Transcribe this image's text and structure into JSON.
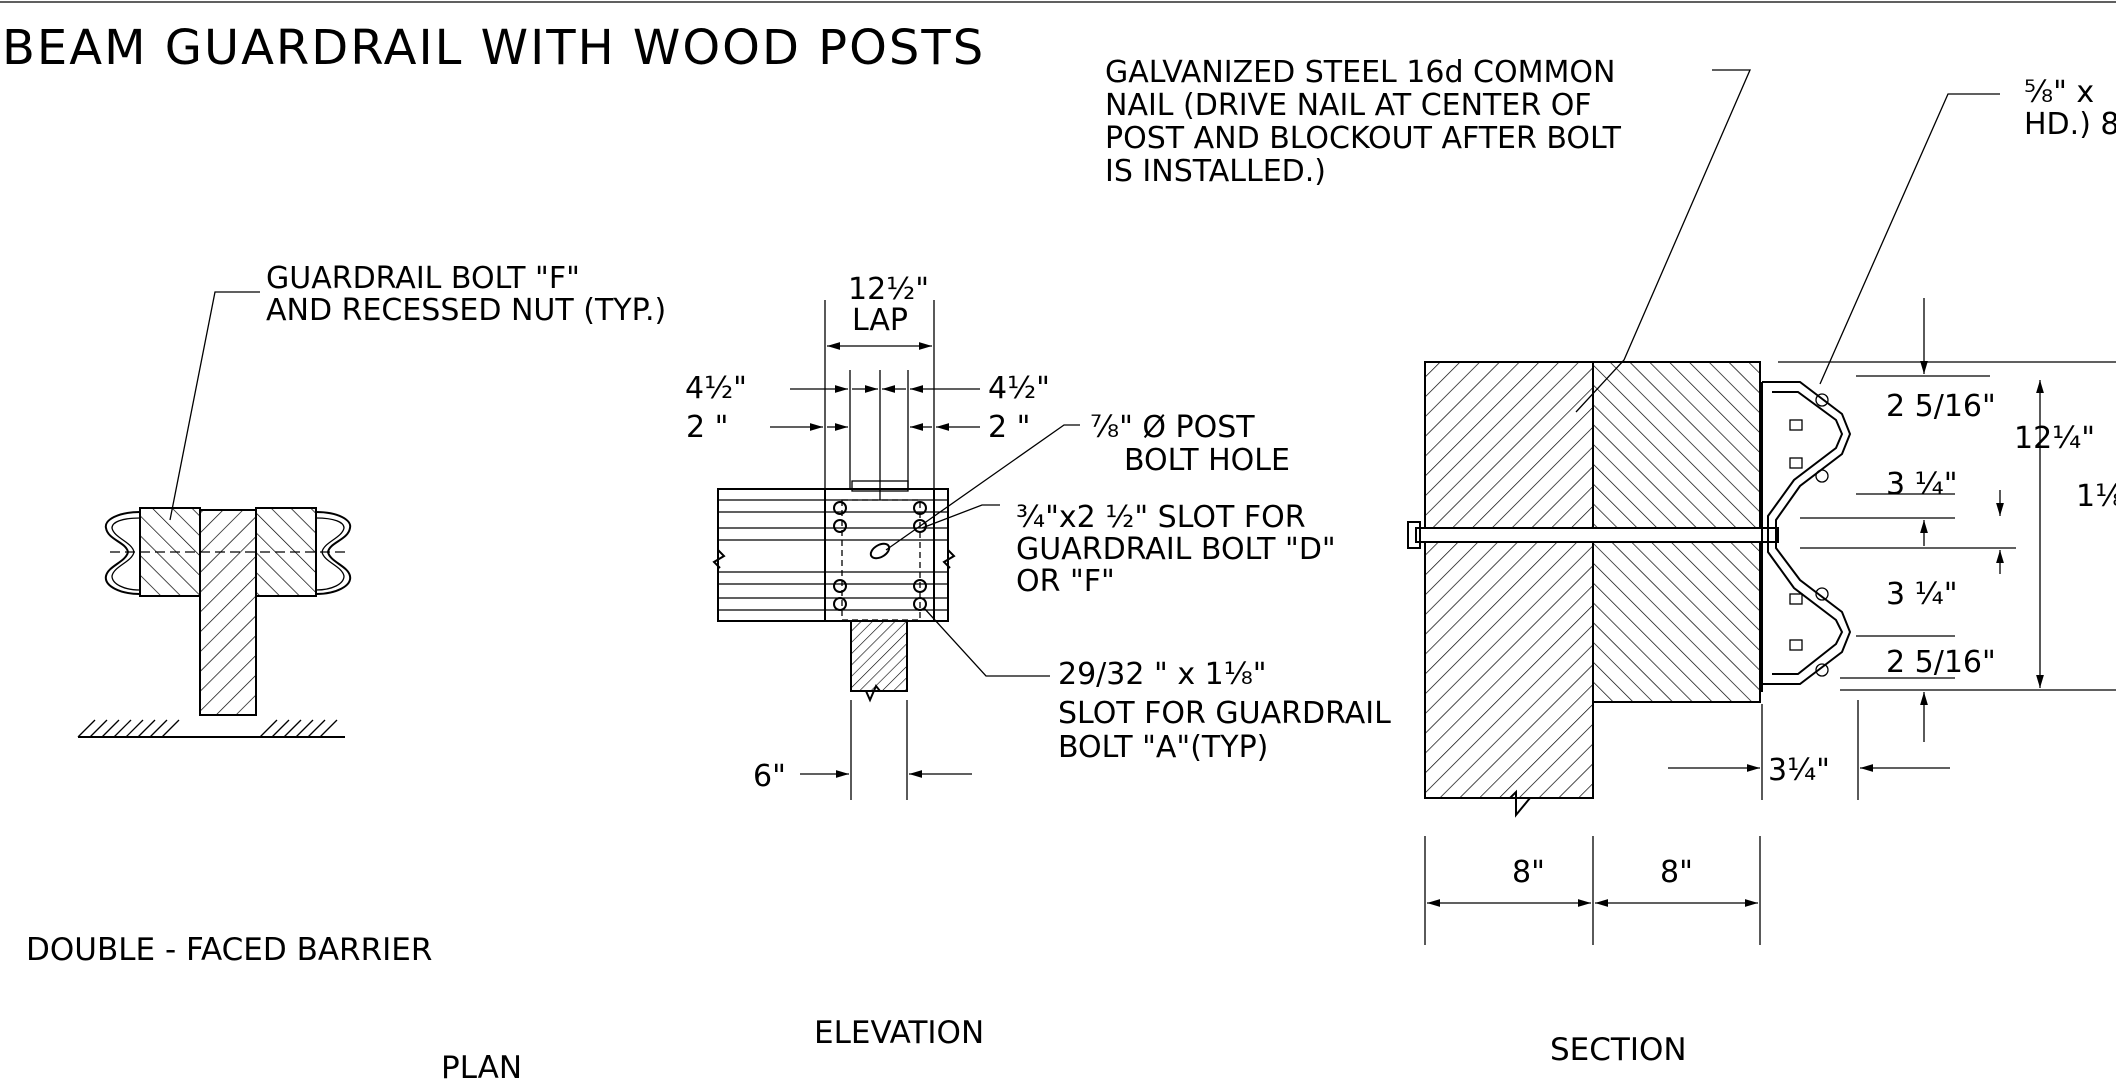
{
  "title": "BEAM GUARDRAIL WITH WOOD POSTS",
  "views": {
    "plan": {
      "caption": "PLAN",
      "barrier_label": "DOUBLE - FACED BARRIER",
      "note_bolt_line1": "GUARDRAIL BOLT \"F\"",
      "note_bolt_line2": "AND RECESSED NUT (TYP.)"
    },
    "elevation": {
      "caption": "ELEVATION",
      "lap_value": "12½\"",
      "lap_label": "LAP",
      "dim_left_outer": "4½\"",
      "dim_left_inner": "2 \"",
      "dim_right_outer": "4½\"",
      "dim_right_inner": "2 \"",
      "post_hole_line1": "⅞\" Ø POST",
      "post_hole_line2": "BOLT HOLE",
      "slot_df_line1": "¾\"x2 ½\" SLOT FOR",
      "slot_df_line2": "GUARDRAIL BOLT \"D\"",
      "slot_df_line3": "OR \"F\"",
      "slot_a_line1": "29/32 \" x 1⅛\"",
      "slot_a_line2": "SLOT FOR GUARDRAIL",
      "slot_a_line3": "BOLT \"A\"(TYP)",
      "post_width": "6\""
    },
    "section": {
      "caption": "SECTION",
      "nail_line1": "GALVANIZED STEEL 16d COMMON",
      "nail_line2": "NAIL (DRIVE NAIL AT CENTER OF",
      "nail_line3": "POST AND BLOCKOUT AFTER BOLT",
      "nail_line4": "IS INSTALLED.)",
      "bolt_line1": "⅝\" x",
      "bolt_line2": "HD.) 8",
      "dim_a": "2 5/16\"",
      "dim_b": "3 ¼\"",
      "dim_c": "3 ¼\"",
      "dim_d": "2 5/16\"",
      "dim_height": "12¼\"",
      "dim_partial": "1⅛",
      "dim_offset": "3¼\"",
      "dim_post": "8\"",
      "dim_block": "8\""
    }
  }
}
